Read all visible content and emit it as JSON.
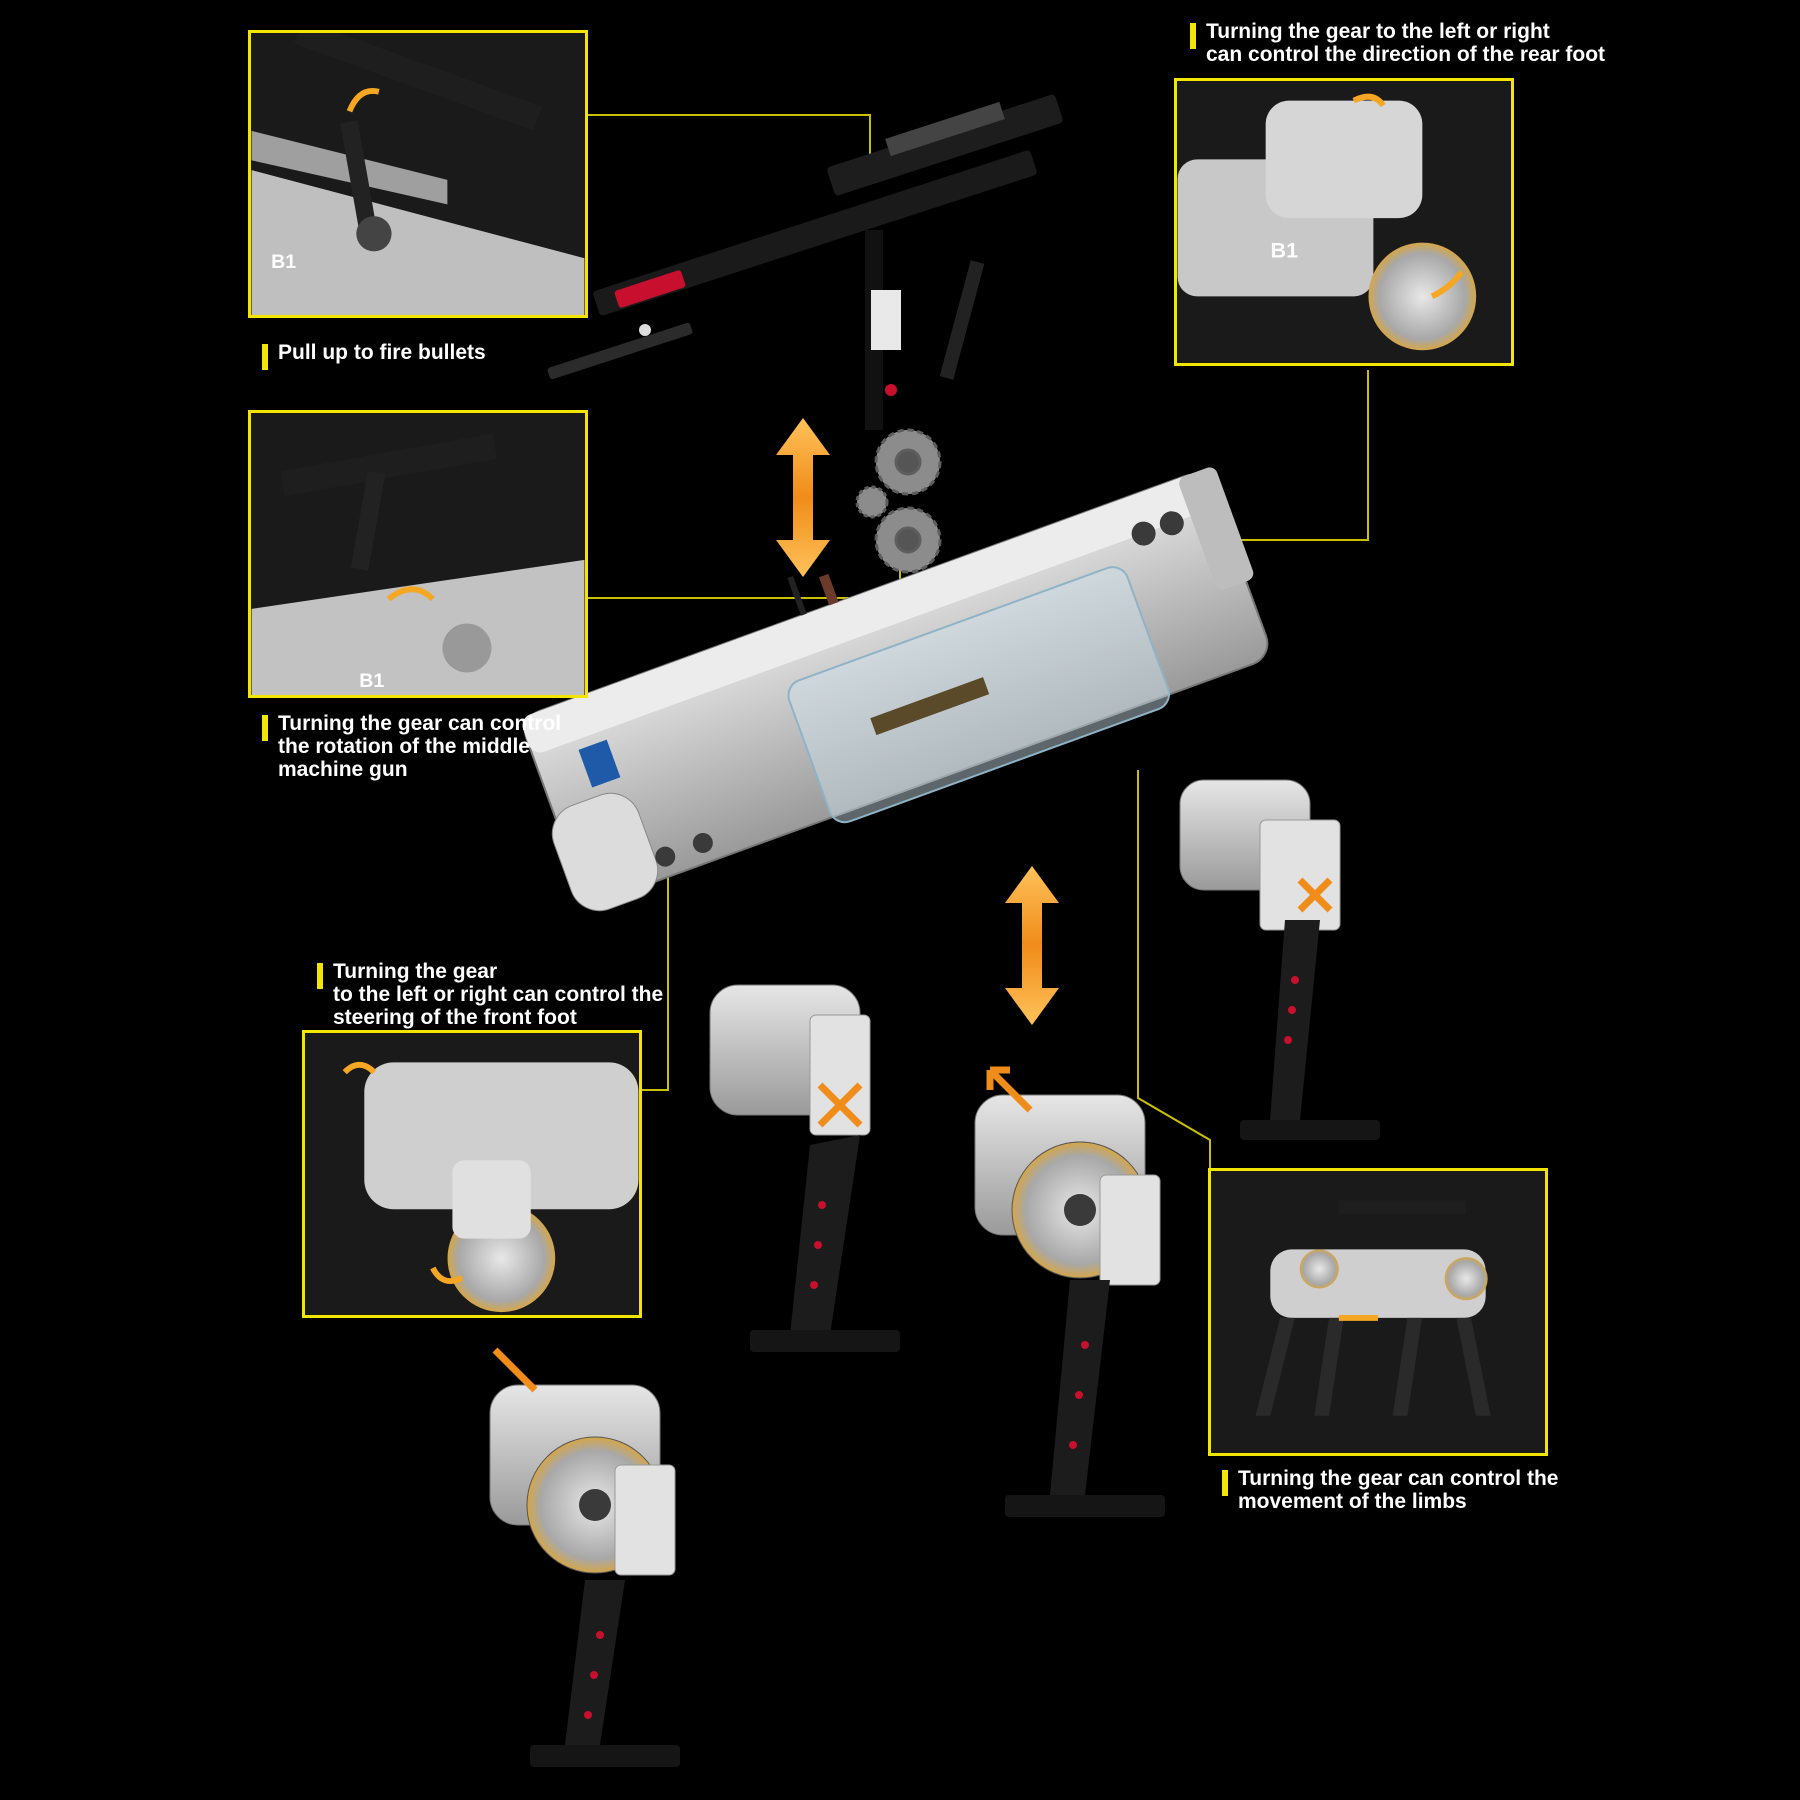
{
  "colors": {
    "background": "#000000",
    "callout_frame": "#f2e600",
    "leader_line": "#c9c000",
    "arrow": "#f5a623",
    "body_grey": "#c9c9c9",
    "body_dark": "#2a2a2a",
    "accent_red": "#c8102e"
  },
  "callouts": {
    "fire": {
      "lines": [
        "Pull up to fire bullets"
      ]
    },
    "middle_gun": {
      "lines": [
        "Turning the gear can control",
        "the rotation of the middle",
        "machine gun"
      ]
    },
    "rear_foot": {
      "lines": [
        "Turning the gear to the left or right",
        "can control the direction of the rear foot"
      ]
    },
    "front_foot": {
      "lines": [
        "Turning the gear",
        "to the left or right can control the",
        "steering of the front foot"
      ]
    },
    "limbs": {
      "lines": [
        "Turning the gear can control the",
        "movement of the limbs"
      ]
    }
  },
  "box_labels": {
    "fire_box": "B1",
    "middle_box": "B1",
    "rear_box": "B1"
  },
  "icons": [
    "double-arrow-icon",
    "gear-icon",
    "curved-arrow-icon"
  ]
}
